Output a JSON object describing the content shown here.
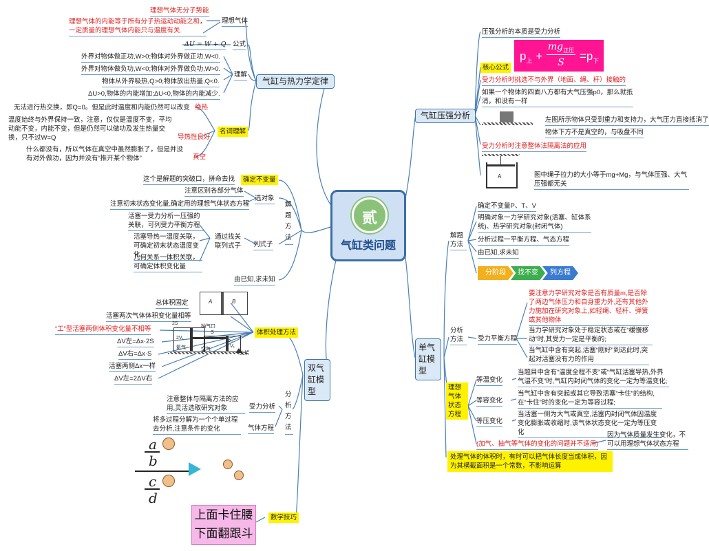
{
  "central": {
    "title": "气缸类问题",
    "badge": "贰"
  },
  "b1": {
    "label": "气缸与热力学定律",
    "ideal_gas": {
      "label": "理想气体",
      "a": "理想气体无分子势能",
      "b": "理想气体的内能等于所有分子热运动动能之和，一定质量的理想气体内能只与温度有关."
    },
    "formula": {
      "label": "公式",
      "text": "ΔU = W + Q"
    },
    "understand": {
      "label": "理解",
      "items": [
        "外界对物体做正功,W>0;物体对外界做正功,W<0.",
        "外界对物体做负功,W<0;物体对外界做负功,W>0.",
        "物体从外界吸热,Q>0;物体放出热量,Q<0.",
        "ΔU>0,物体的内能增加;ΔU<0,物体的内能减少."
      ]
    },
    "terms": {
      "label": "名词理解",
      "t1": {
        "text": "无法进行热交换，即Q=0。但是此时温度和内能仍然可以改变",
        "tag": "绝热"
      },
      "t2": {
        "text": "温度始终与外界保持一致，注意，仅仅是温度不变，平均动能不变，内能不变，但是仍然可以做功及发生热量交换，只不过W=Q",
        "tag": "导热性良好"
      },
      "t3": {
        "text": "什么都没有，所以气体在真空中虽然膨胀了，但是并没有对外做功，因为并没有“推开某个物体”",
        "tag": "真空"
      }
    }
  },
  "b2": {
    "label": "气缸压强分析",
    "essence": "压强分析的本质是受力分析",
    "core_label": "核心公式",
    "formula": {
      "p_up": "p",
      "p_up_sub": "上",
      "plus": "+",
      "num": "mg",
      "num_sub": "正压",
      "den": "S",
      "eq": "=p",
      "eq_sub": "下"
    },
    "r1": "受力分析时挑选不与外界（地面、绳、杆）接触的",
    "r2": "如果一个物体的四面八方都有大气压强p0，那么就抵消，和没有一样",
    "r3": "左图所示物体只受到重力和支持力，大气压力直接抵消了",
    "r4": "物体下方不是真空的，与吸盘不同",
    "r5": "受力分析时注意整体法隔离法的应用",
    "r6": "图中绳子拉力的大小等于mg+Mg，与气体压强、大气压强都无关",
    "fig_a": "A"
  },
  "b3": {
    "label": "单气缸模型",
    "method": {
      "label": "解题方法",
      "items": [
        "确定不变量P、T、V",
        "明确对象一力学研究对象(活塞、缸体系统)、热学研究对象(封闭气体)",
        "分析过程一平衡方程、气态方程",
        "由已知,求未知"
      ],
      "chevrons": [
        "分阶段",
        "找不变",
        "列方程"
      ]
    },
    "analysis": {
      "label": "分析方法",
      "force": "受力平衡方程",
      "a1": "要注意力学研究对象是否有质量m,是否除了两边气体压力和自身重力外,还有其他外力施加在研究对象上,如轻绳、轻杆、弹簧或其他物体",
      "a2": "当力学研究对象处于稳定状态或在“缓慢移动”时,其受力一定是平衡的;",
      "a3": "当气缸中含有突起,活塞“刚好”到达此时,突起对活塞没有力的作用"
    },
    "equation": {
      "label": "理想气体状态方程",
      "iso_t": {
        "label": "等温变化",
        "text": "当题目中含有“温度全程不变”或“气缸活塞导热,外界气温不变”时,气缸内封闭气体的变化一定为等温变化;"
      },
      "iso_v": {
        "label": "等容变化",
        "text": "当气缸中含有突起或其它导致活塞“卡住”的结构,在“卡住”时的变化一定为等容过程;"
      },
      "iso_p": {
        "label": "等压变化",
        "text": "当活塞一侧为大气或真空,活塞内封闭气体因温度变化膨胀或收缩时,该气体状态变化一定为等压变化"
      },
      "note": "(加气、抽气等气体的变化的问题并不适用)",
      "note_reason": "因为气体质量发生变化，不可以用理想气体状态方程"
    },
    "volume": "处理气体的体积时，有时可以把气体长度当成体积，因为其横截面积是一个常数，不影响运算"
  },
  "b4": {
    "label": "双气缸模型",
    "method": {
      "label": "解题方法",
      "invariant": {
        "label": "确定不变量",
        "text": "这个是解题的突破口，拼命去找"
      },
      "select": {
        "label": "选对象",
        "a": "注意区别各部分气体",
        "b": "注意初末状态变化量,确定用的理想气体状态方程"
      },
      "equation": {
        "label": "列式子",
        "sub": "通过找关联列式子",
        "a": "活塞一受力分析一压强的关联，可列受力平衡方程",
        "b": "活塞导热一温度关联，可确定初末状态温度变化",
        "c": "几何关系一体积关联，可确定体积变化量"
      },
      "known": "由已知,求未知"
    },
    "volume": {
      "label": "体积处理方法",
      "a": "总体积固定",
      "b": "活塞两次气体体积变化量相等",
      "c": "“工”型活塞两侧体积变化量不相等",
      "d": "ΔV左=Δx·2S",
      "e": "ΔV右=Δx·S",
      "f": "活塞两侧Δx一样",
      "g": "ΔV左=2ΔV右",
      "fig1": {
        "A": "A",
        "B": "B"
      },
      "fig2": {
        "s2": "2S",
        "hole": "抽气口",
        "s": "S",
        "gas": "氦气",
        "air": "空气",
        "p0": "p₀",
        "support": "支架",
        "v1": "2V₁",
        "v2": "V₁"
      }
    },
    "analysis": {
      "label": "分析方法",
      "force": {
        "label": "受力分析",
        "text": "注意整体与隔离方法的应用,灵活选取研究对象"
      },
      "gas": {
        "label": "气体方程",
        "text": "将多过程分解为一个个单过程去分析,注意条件的变化"
      }
    },
    "math": {
      "label": "数学技巧",
      "a": "a",
      "b": "b",
      "c": "c",
      "d": "d",
      "tip1": "上面卡住腰",
      "tip2": "下面翻跟斗"
    }
  },
  "colors": {
    "line": "#4a7fb5",
    "highlight": "#fff200",
    "red": "#e02020",
    "formula_bg": "#ff1493"
  }
}
